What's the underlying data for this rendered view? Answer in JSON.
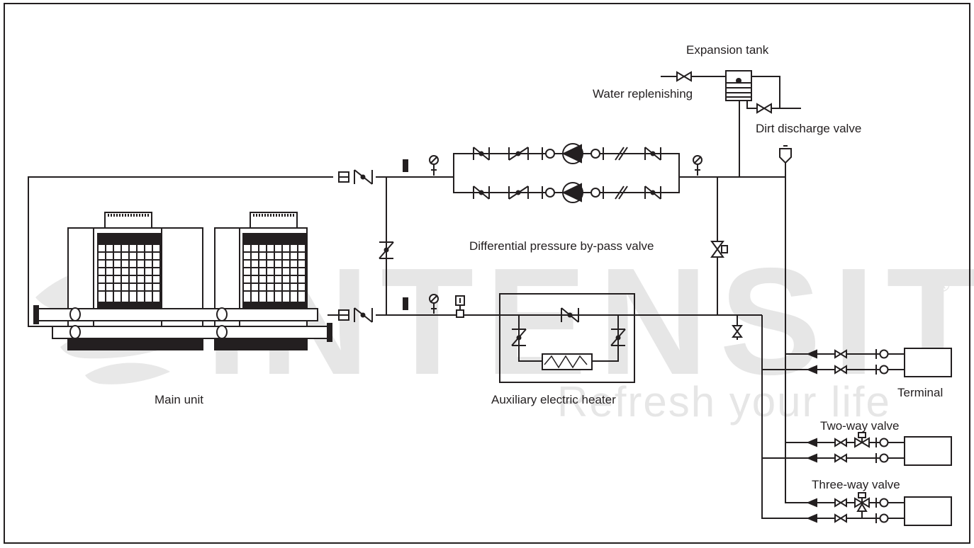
{
  "labels": {
    "expansion_tank": "Expansion tank",
    "water_replenishing": "Water replenishing",
    "dirt_discharge_valve": "Dirt discharge valve",
    "differential_pressure_bypass_valve": "Differential pressure by-pass valve",
    "main_unit": "Main unit",
    "auxiliary_electric_heater": "Auxiliary electric heater",
    "terminal": "Terminal",
    "two_way_valve": "Two-way valve",
    "three_way_valve": "Three-way valve"
  },
  "watermark": {
    "brand": "INTENSITY",
    "registered": "®",
    "slogan": "Refresh your life"
  },
  "colors": {
    "line": "#231f20",
    "watermark": "#e5e5e5",
    "background": "#ffffff"
  }
}
